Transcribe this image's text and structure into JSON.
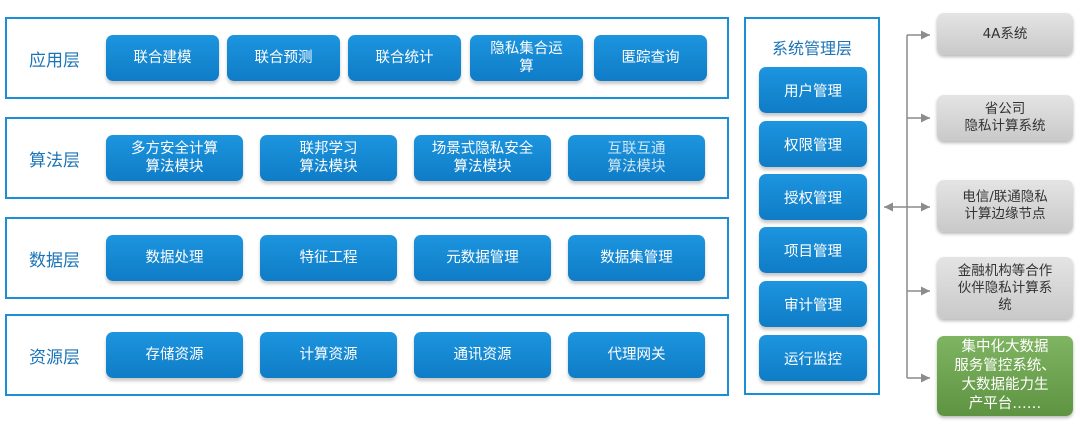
{
  "layers": [
    {
      "title": "应用层",
      "modules": [
        "联合建模",
        "联合预测",
        "联合统计",
        "隐私集合运\n算",
        "匿踪查询"
      ]
    },
    {
      "title": "算法层",
      "modules": [
        "多方安全计算\n算法模块",
        "联邦学习\n算法模块",
        "场景式隐私安全\n算法模块",
        "互联互通\n算法模块"
      ]
    },
    {
      "title": "数据层",
      "modules": [
        "数据处理",
        "特征工程",
        "元数据管理",
        "数据集管理"
      ]
    },
    {
      "title": "资源层",
      "modules": [
        "存储资源",
        "计算资源",
        "通讯资源",
        "代理网关"
      ]
    }
  ],
  "system_management": {
    "title": "系统管理层",
    "items": [
      "用户管理",
      "权限管理",
      "授权管理",
      "项目管理",
      "审计管理",
      "运行监控"
    ]
  },
  "external_systems": [
    "4A系统",
    "省公司\n隐私计算系统",
    "电信/联通隐私\n计算边缘节点",
    "金融机构等合作\n伙伴隐私计算系\n统",
    "集中化大数据\n服务管控系统、\n大数据能力生\n产平台……"
  ],
  "colors": {
    "accent": "#1a8fd6",
    "button": "#1386d0",
    "title_text": "#1b74b8",
    "external_box": "#d4d4d4",
    "highlight_box": "#6fa552"
  }
}
